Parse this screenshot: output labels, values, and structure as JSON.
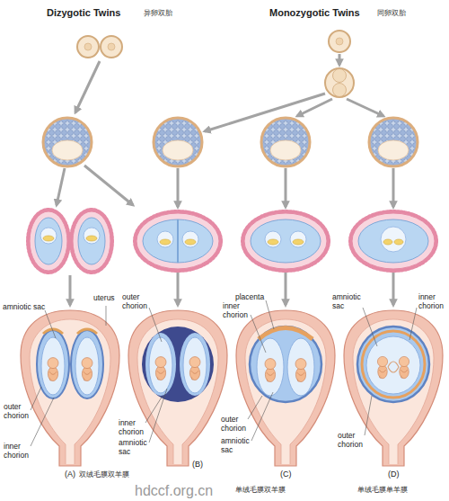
{
  "diagram": {
    "nodes": [
      {
        "text": [
          "(A)"
        ]
      },
      {
        "text": [
          "(B)"
        ]
      },
      {
        "text": [
          "(C)"
        ]
      },
      {
        "text": [
          "(D)"
        ]
      }
    ],
    "labels": [
      "Dizygotic Twins",
      "异卵双胎",
      "Monozygotic Twins",
      "同卵双胎",
      "uterus",
      "amniotic sac",
      "outer chorion",
      "placenta",
      "inner chorion",
      "amniotic sac",
      "inner chorion",
      "outer chorion",
      "inner chorion",
      "outer chorion",
      "inner chorion",
      "amniotic sac",
      "outer chorion",
      "amniotic sac",
      "双绒毛膜双羊膜",
      "单绒毛膜双羊膜",
      "单绒毛膜单羊膜",
      "hdccf.org.cn"
    ]
  }
}
